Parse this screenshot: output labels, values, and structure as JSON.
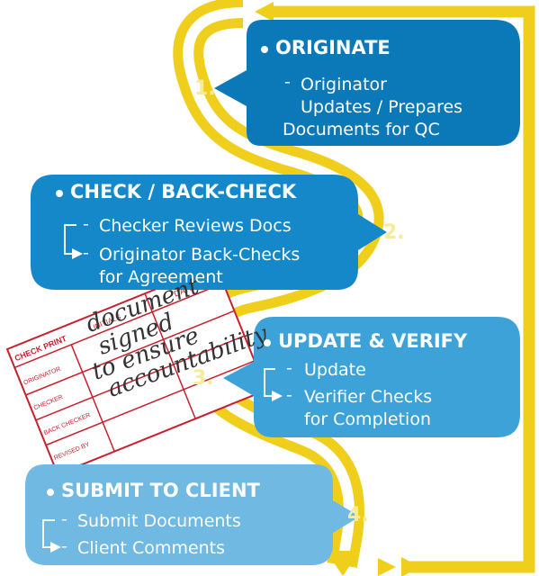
{
  "steps": [
    {
      "number": "1.",
      "title": "ORIGINATE",
      "items": [
        "Originator",
        "Updates / Prepares",
        "Documents for QC"
      ]
    },
    {
      "number": "2.",
      "title": "CHECK / BACK-CHECK",
      "items": [
        "Checker Reviews Docs",
        "Originator Back-Checks",
        "for Agreement"
      ]
    },
    {
      "number": "3.",
      "title": "UPDATE & VERIFY",
      "items": [
        "Update",
        "Verifier Checks",
        "for Completion"
      ]
    },
    {
      "number": "4.",
      "title": "SUBMIT TO CLIENT",
      "items": [
        "Submit Documents",
        "Client Comments"
      ]
    }
  ],
  "stamp": {
    "header": "CHECK PRINT",
    "col_initials": "INITIALS",
    "col_date": "DATE",
    "rows": [
      "ORIGINATOR",
      "CHECKER",
      "BACK CHECKER",
      "REVISED BY"
    ],
    "annotation": [
      "document",
      "signed",
      "to ensure",
      "accountability"
    ]
  },
  "colors": {
    "flow_yellow": "#f0cf1c",
    "step1": "#0b78b8",
    "step2": "#1488c8",
    "step3": "#3da2d8",
    "step4": "#6fb9e2",
    "stamp_red": "#c8202e"
  }
}
